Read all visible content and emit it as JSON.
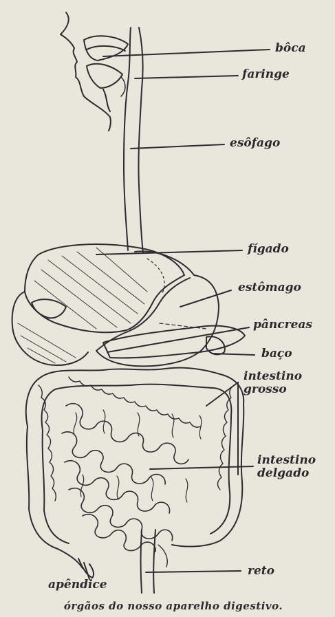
{
  "labels": {
    "boca": "bôca",
    "faringe": "faringe",
    "esofago": "esôfago",
    "figado": "fígado",
    "estomago": "estômago",
    "pancreas": "pâncreas",
    "baco": "baço",
    "intestino_grosso": "intestino\ngrosso",
    "intestino_delgado": "intestino\ndelgado",
    "reto": "reto",
    "apendice": "apêndice"
  },
  "caption": "órgãos do nosso aparelho digestivo."
}
